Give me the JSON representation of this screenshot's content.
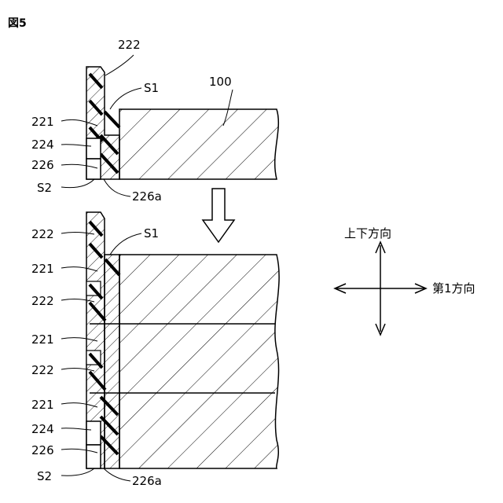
{
  "figure_title": "図5",
  "top_assembly": {
    "labels": {
      "seal_top": "222",
      "step": "S1",
      "body": "100",
      "plate": "221",
      "rib": "224",
      "lip": "226",
      "bottom": "S2",
      "lip_edge": "226a"
    }
  },
  "bottom_assembly": {
    "labels": {
      "seal_1": "222",
      "step": "S1",
      "plate_1": "221",
      "seal_2": "222",
      "plate_2": "221",
      "seal_3": "222",
      "plate_3": "221",
      "rib": "224",
      "lip": "226",
      "bottom": "S2",
      "lip_edge": "226a"
    }
  },
  "direction_legend": {
    "vertical": "上下方向",
    "horizontal": "第1方向"
  }
}
